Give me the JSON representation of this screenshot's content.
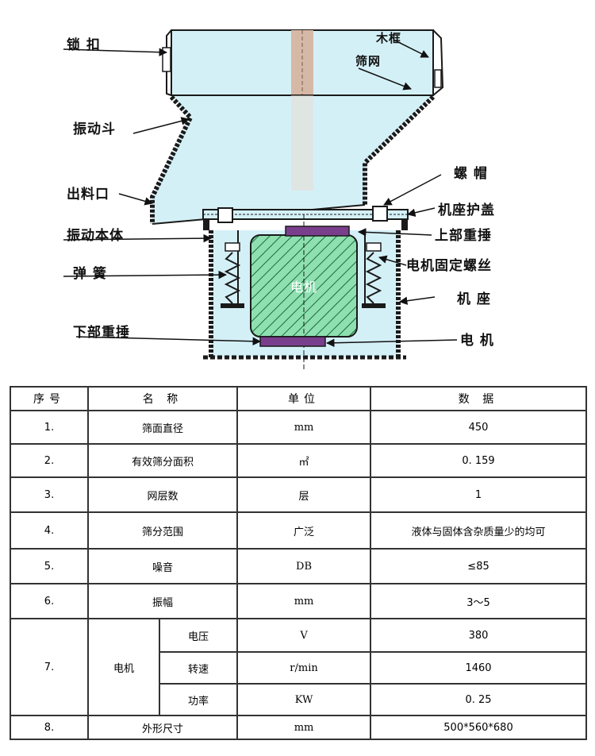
{
  "labels": {
    "lock": "锁 扣",
    "frame": "木框",
    "mesh": "筛网",
    "hopper": "振动斗",
    "outlet": "出料口",
    "nut": "螺 帽",
    "base_cover": "机座护盖",
    "body": "振动本体",
    "upper_weight": "上部重捶",
    "spring": "弹 簧",
    "motor_bolt": "电机固定螺丝",
    "base": "机 座",
    "lower_weight": "下部重捶",
    "motor_right": "电 机",
    "motor_center": "电机"
  },
  "table": {
    "headers": [
      "序号",
      "名 称",
      "单位",
      "数 据"
    ],
    "rows": [
      {
        "no": "1.",
        "name": "筛面直径",
        "unit": "mm",
        "value": "450"
      },
      {
        "no": "2.",
        "name": "有效筛分面积",
        "unit": "㎡",
        "value": "0. 159"
      },
      {
        "no": "3.",
        "name": "网层数",
        "unit": "层",
        "value": "1"
      },
      {
        "no": "4.",
        "name": "筛分范围",
        "unit": "广泛",
        "value": "液体与固体含杂质量少的均可"
      },
      {
        "no": "5.",
        "name": "噪音",
        "unit": "DB",
        "value": "≤85"
      },
      {
        "no": "6.",
        "name": "振幅",
        "unit": "mm",
        "value": "3～5"
      }
    ],
    "motor": {
      "no": "7.",
      "name": "电机",
      "subrows": [
        {
          "name": "电压",
          "unit": "V",
          "value": "380"
        },
        {
          "name": "转速",
          "unit": "r/min",
          "value": "1460"
        },
        {
          "name": "功率",
          "unit": "KW",
          "value": "0. 25"
        }
      ]
    },
    "last": {
      "no": "8.",
      "name": "外形尺寸",
      "unit": "mm",
      "value": "500*560*680"
    }
  },
  "colors": {
    "machine_fill": "#d4f0f7",
    "outline": "#1a1a1a",
    "motor_fill": "#8ee0b0",
    "weight_purple": "#7a3f8c",
    "center_strip": "#d6b8a6"
  }
}
